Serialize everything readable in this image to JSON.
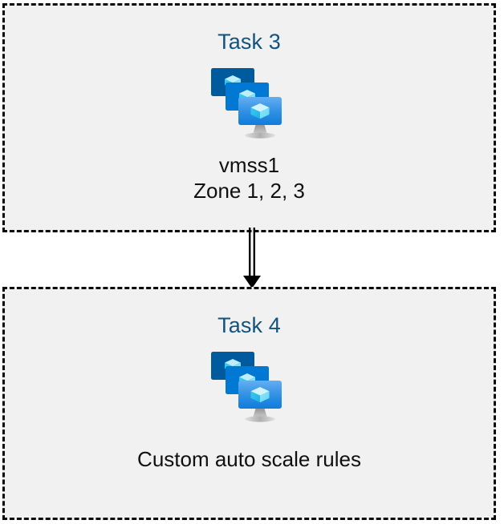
{
  "diagram": {
    "type": "flow",
    "background_color": "#ffffff",
    "box_fill_color": "#f1f1f1",
    "box_border_color": "#0a0a0a",
    "box_border_style": "dashed",
    "title_color": "#12537e",
    "caption_color": "#101010",
    "connector": {
      "name": "double-line-arrow",
      "direction": "down",
      "from": "Task 3",
      "to": "Task 4",
      "color": "#000000",
      "style": "double-line-with-solid-arrowhead"
    },
    "nodes": [
      {
        "id": "task3",
        "title": "Task 3",
        "icon": "virtual-machine-scale-set-icon",
        "caption": "vmss1\nZone 1, 2, 3",
        "caption_lines": [
          "vmss1",
          "Zone 1, 2, 3"
        ]
      },
      {
        "id": "task4",
        "title": "Task 4",
        "icon": "virtual-machine-scale-set-icon",
        "caption": "Custom auto scale rules",
        "caption_lines": [
          "Custom auto scale rules"
        ]
      }
    ]
  },
  "icon_palette": {
    "monitor_back": "#005A9E",
    "monitor_middle": "#0078D4",
    "monitor_front_top": "#54A7F0",
    "monitor_front_bottom": "#1380DE",
    "cube_top": "#C8F0FB",
    "cube_left": "#32C8F0",
    "cube_right": "#7FE0F7",
    "stand_gray": "#9A9A9A",
    "stand_base": "#C9C9C9"
  }
}
